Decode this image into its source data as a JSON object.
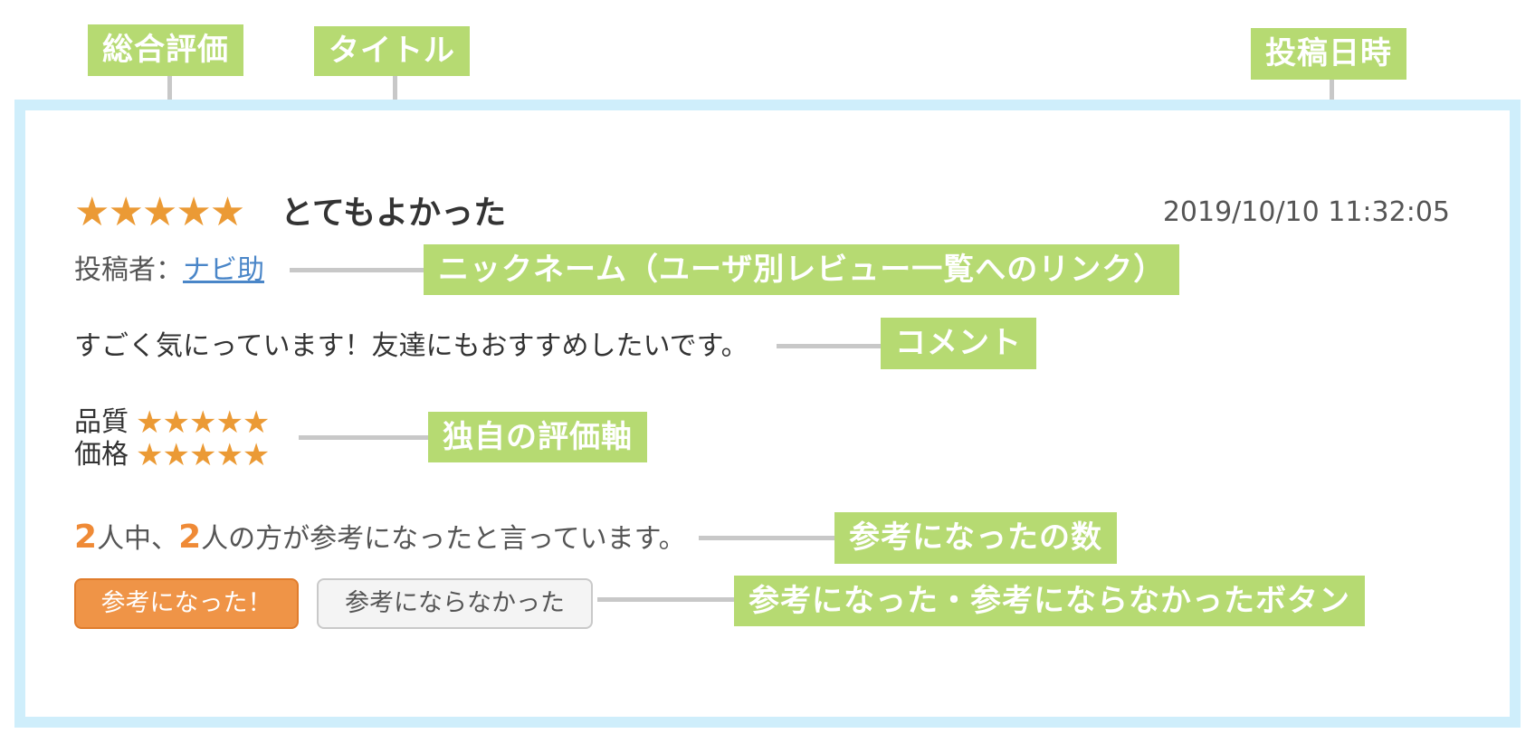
{
  "callouts": {
    "overall_rating": "総合評価",
    "title": "タイトル",
    "post_datetime": "投稿日時",
    "nickname": "ニックネーム（ユーザ別レビュー一覧へのリンク）",
    "comment": "コメント",
    "custom_axes": "独自の評価軸",
    "helpful_count": "参考になったの数",
    "helpful_buttons": "参考になった・参考にならなかったボタン"
  },
  "review": {
    "overall_stars": 5,
    "star_glyph": "★★★★★",
    "title": "とてもよかった",
    "posted_at": "2019/10/10 11:32:05",
    "poster_label": "投稿者：",
    "poster_name": "ナビ助",
    "comment": "すごく気にっています！友達にもおすすめしたいです。",
    "axes": [
      {
        "label": "品質",
        "stars": 5,
        "glyph": "★★★★★"
      },
      {
        "label": "価格",
        "stars": 5,
        "glyph": "★★★★★"
      }
    ],
    "helpful": {
      "total": "2",
      "mid_text": "人中、",
      "helpful": "2",
      "end_text": "人の方が参考になったと言っています。"
    },
    "buttons": {
      "yes": "参考になった！",
      "no": "参考にならなかった"
    }
  },
  "colors": {
    "callout_bg": "#b6da72",
    "frame_border": "#cfeefb",
    "star": "#eb9a35",
    "accent_orange": "#ef9447",
    "link": "#4a86c8"
  }
}
